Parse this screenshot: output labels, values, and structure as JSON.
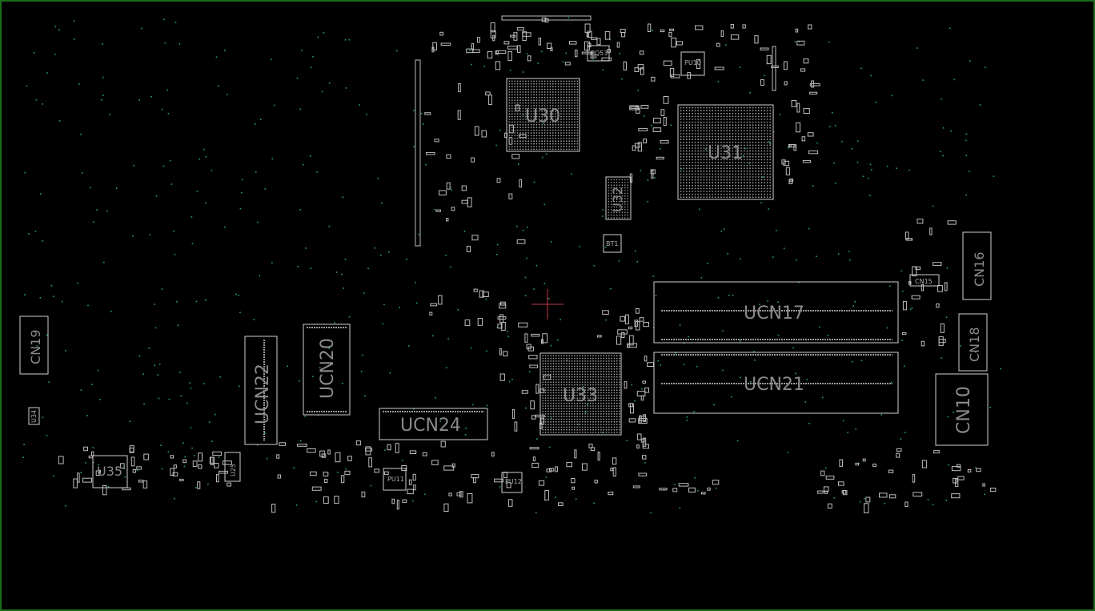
{
  "colors": {
    "background": "#000000",
    "frame": "#1e6b1e",
    "outline": "#cfcfcf",
    "label": "#8a8a8a",
    "via": "#2a9c8c",
    "cursor": "#c0394b"
  },
  "components": {
    "u30": "U30",
    "u31": "U31",
    "u32": "U32",
    "u33": "U33",
    "u35": "U35",
    "u25": "U25",
    "u34": "U34",
    "ucn17": "UCN17",
    "ucn20": "UCN20",
    "ucn21": "UCN21",
    "ucn22": "UCN22",
    "ucn24": "UCN24",
    "cn10": "CN10",
    "cn15": "CN15",
    "cn16": "CN16",
    "cn18": "CN18",
    "cn19": "CN19",
    "bt1": "BT1",
    "pq53": "PQ53",
    "pu10": "PU10",
    "pu11": "PU11",
    "pu12": "PU12"
  }
}
